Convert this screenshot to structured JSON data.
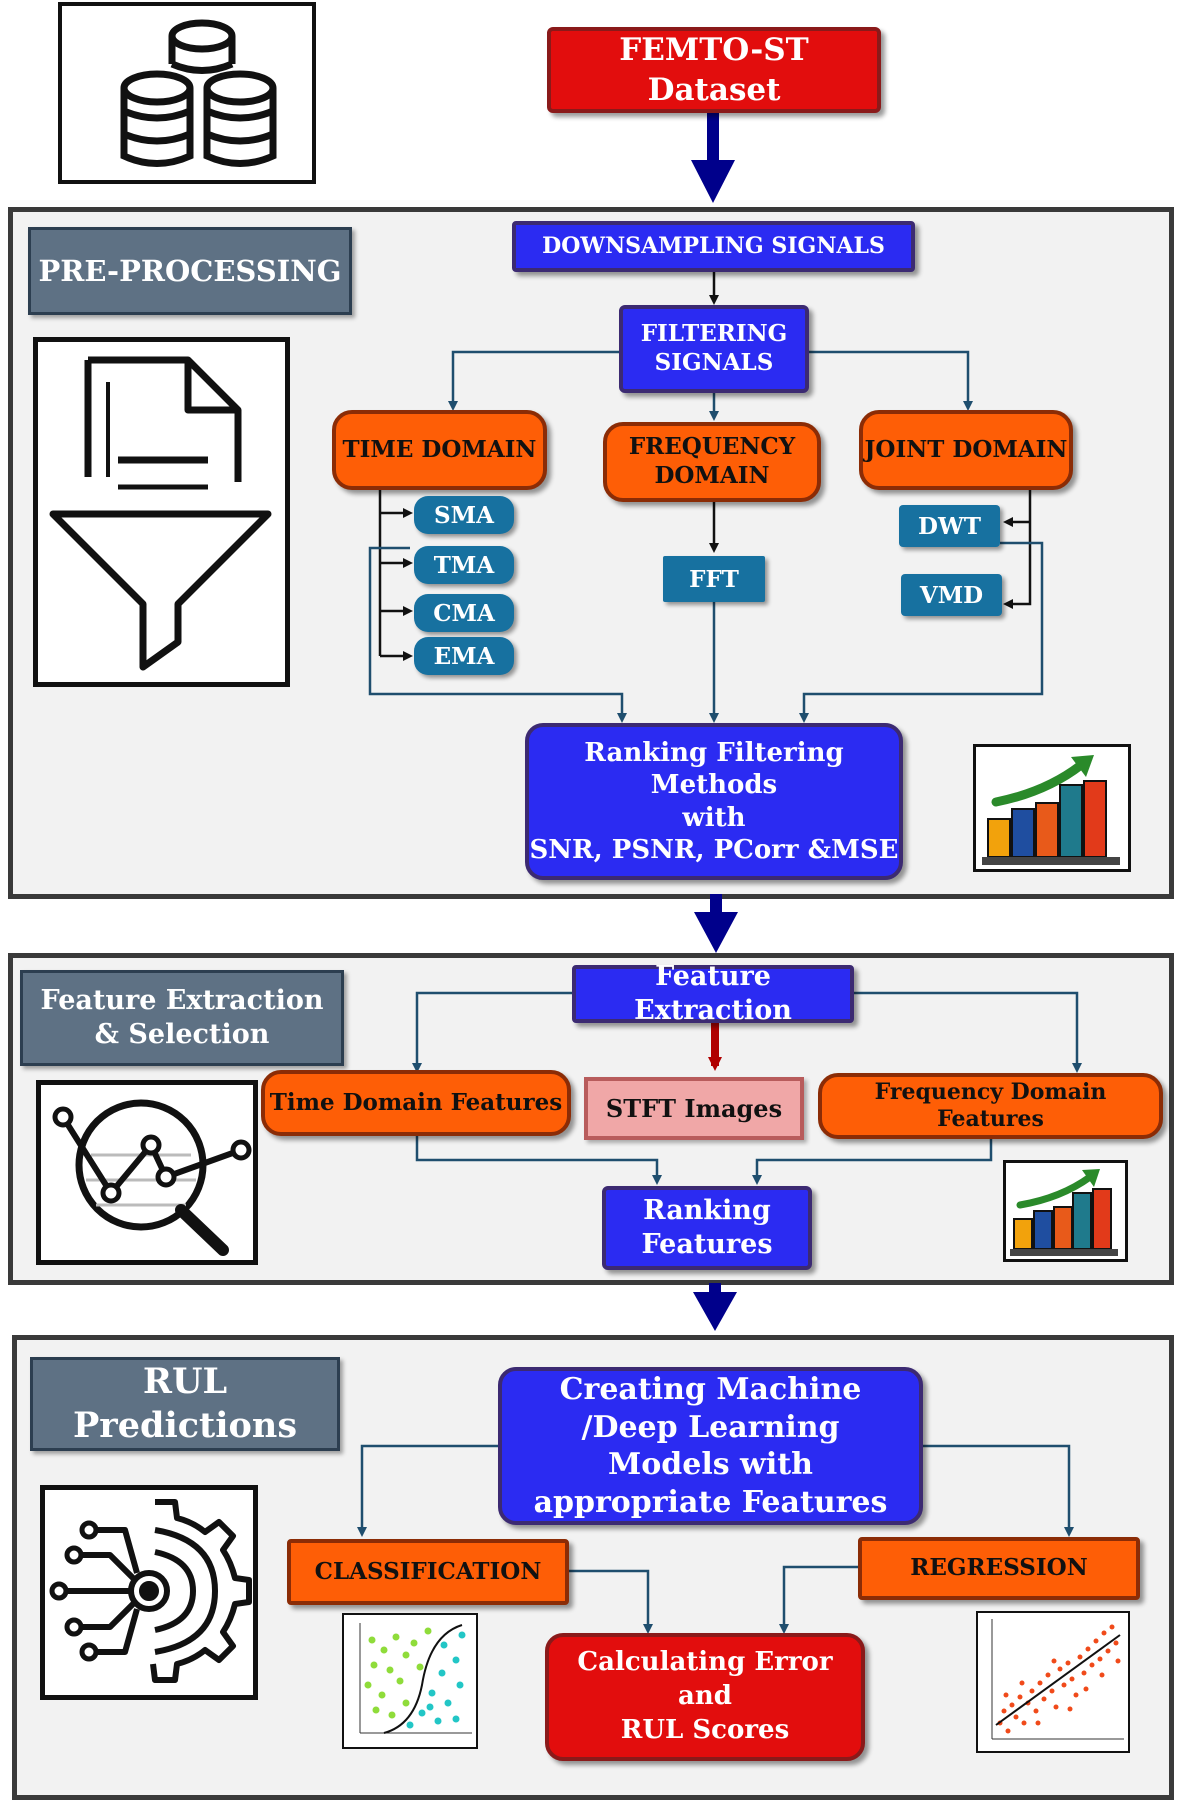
{
  "dataset": {
    "label": "FEMTO-ST Dataset"
  },
  "preprocessing": {
    "title": "PRE-PROCESSING",
    "downsampling": "DOWNSAMPLING SIGNALS",
    "filtering": "FILTERING SIGNALS",
    "time_domain": "TIME DOMAIN",
    "frequency_domain": "FREQUENCY DOMAIN",
    "joint_domain": "JOINT DOMAIN",
    "time_methods": [
      "SMA",
      "TMA",
      "CMA",
      "EMA"
    ],
    "freq_methods": [
      "FFT"
    ],
    "joint_methods": [
      "DWT",
      "VMD"
    ],
    "ranking_line1": "Ranking Filtering Methods",
    "ranking_line2": "with",
    "ranking_line3": "SNR, PSNR, PCorr &MSE"
  },
  "feature": {
    "title": "Feature Extraction & Selection",
    "extraction": "Feature Extraction",
    "time_features": "Time Domain Features",
    "stft": "STFT Images",
    "freq_features": "Frequency Domain Features",
    "ranking": "Ranking Features"
  },
  "rul": {
    "title": "RUL Predictions",
    "models": "Creating Machine /Deep Learning Models with appropriate Features",
    "classification": "CLASSIFICATION",
    "regression": "REGRESSION",
    "calc_line1": "Calculating Error",
    "calc_line2": "and",
    "calc_line3": "RUL Scores"
  },
  "colors": {
    "section_border": "#3a3a3a",
    "title_bg": "#5e7184",
    "blue_box": "#2b2bf2",
    "orange_box": "#fe5e06",
    "teal_box": "#1771a0",
    "red_box": "#e20d0d",
    "big_arrow": "#00008b",
    "connector": "#1f4e6e"
  }
}
